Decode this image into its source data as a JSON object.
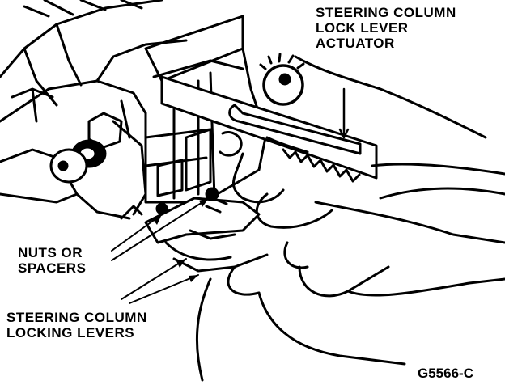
{
  "labels": {
    "actuator": [
      "STEERING COLUMN",
      "LOCK LEVER",
      "ACTUATOR"
    ],
    "nuts": [
      "NUTS OR",
      "SPACERS"
    ],
    "levers": [
      "STEERING COLUMN",
      "LOCKING LEVERS"
    ],
    "figure_code": "G5566-C"
  },
  "colors": {
    "ink": "#000000",
    "paper": "#ffffff"
  }
}
